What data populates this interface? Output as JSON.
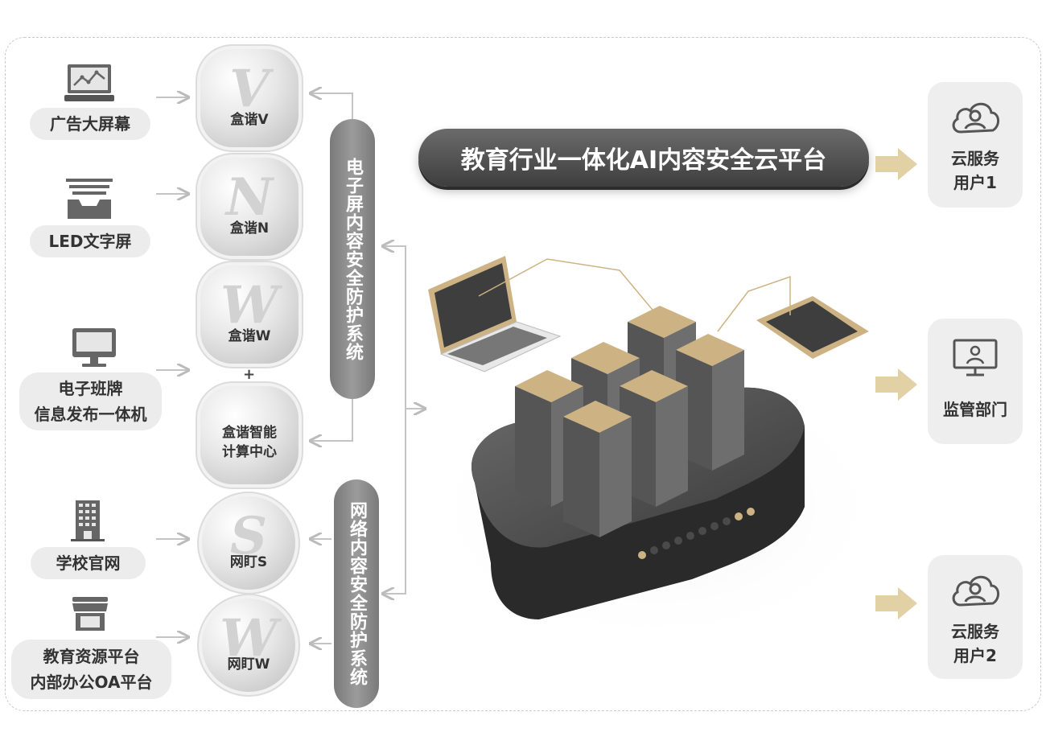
{
  "sources": [
    {
      "label": "广告大屏幕",
      "icon": "monitor-chart-icon"
    },
    {
      "label": "LED文字屏",
      "icon": "led-screen-icon"
    },
    {
      "label": "电子班牌\n信息发布一体机",
      "icon": "desktop-monitor-icon"
    },
    {
      "label": "学校官网",
      "icon": "building-icon"
    },
    {
      "label": "教育资源平台\n内部办公OA平台",
      "icon": "store-icon"
    }
  ],
  "devices": [
    {
      "letter": "V",
      "name": "盒谐V"
    },
    {
      "letter": "N",
      "name": "盒谐N"
    },
    {
      "letter": "W",
      "name": "盒谐W"
    },
    {
      "letter": "",
      "name": "盒谐智能\n计算中心"
    },
    {
      "letter": "S",
      "name": "网盯S"
    },
    {
      "letter": "W",
      "name": "网盯W"
    }
  ],
  "plus_sign": "+",
  "systems": {
    "screen": "电子屏内容安全防护系统",
    "network": "网络内容安全防护系统"
  },
  "platform_title": "教育行业一体化AI内容安全云平台",
  "targets": [
    {
      "label": "云服务\n用户1",
      "icon": "cloud-user-icon"
    },
    {
      "label": "监管部门",
      "icon": "monitor-user-icon"
    },
    {
      "label": "云服务\n用户2",
      "icon": "cloud-user-icon"
    }
  ],
  "colors": {
    "gold": "#cdb384",
    "dark": "#3a3a3a",
    "pill": "#ececec"
  }
}
